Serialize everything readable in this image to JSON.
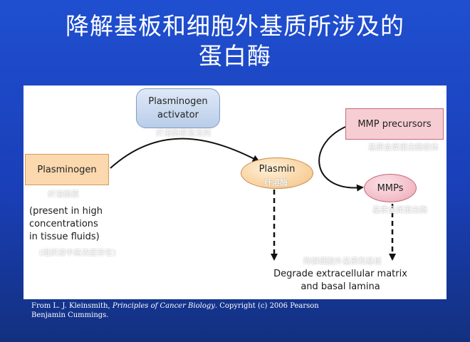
{
  "slide": {
    "title_line1": "降解基板和细胞外基质所涉及的",
    "title_line2": "蛋白酶"
  },
  "diagram": {
    "plasminogen_activator": {
      "label": "Plasminogen\nactivator",
      "cn": "纤溶酶原激活剂"
    },
    "plasminogen": {
      "label": "Plasminogen",
      "cn": "纤溶酶原"
    },
    "present_note": {
      "label": "(present in high\nconcentrations\nin tissue fluids)",
      "cn": "(组织液中高浓度存在)"
    },
    "plasmin": {
      "label": "Plasmin",
      "cn": "纤溶酶"
    },
    "mmp_precursors": {
      "label": "MMP precursors",
      "cn": "基质金属蛋白酶前体"
    },
    "mmps": {
      "label": "MMPs",
      "cn": "基质金属蛋白酶"
    },
    "degrade": {
      "label": "Degrade extracellular matrix\nand basal lamina",
      "cn": "降解细胞外基质和基板"
    }
  },
  "citation": {
    "prefix": "From L. J. Kleinsmith, ",
    "book": "Principles of Cancer Biology",
    "suffix": ". Copyright (c) 2006 Pearson Benjamin Cummings."
  }
}
